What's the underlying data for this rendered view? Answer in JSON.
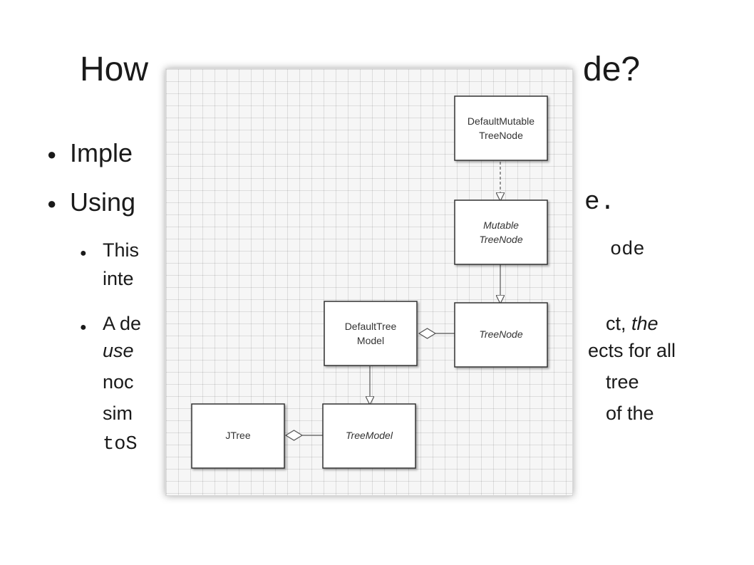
{
  "slide": {
    "title_left": "How",
    "title_right": "de?",
    "bullets": [
      {
        "text_left": "Imple"
      },
      {
        "text_left": "Using",
        "text_right_mono": "e."
      },
      {
        "text_left": "This",
        "text_right_mono": "ode",
        "line2_left": "inte"
      },
      {
        "text_left": "A de",
        "text_right": "ct,",
        "text_right_italic": "the",
        "line2_left_italic": "use",
        "line2_right": "ects for all",
        "line3_left": "noc",
        "line3_right": "tree",
        "line4_left": "sim",
        "line4_right": "of the",
        "line5_left_mono": "toS"
      }
    ]
  },
  "diagram": {
    "nodes": {
      "default_mutable_tree_node": {
        "line1": "DefaultMutable",
        "line2": "TreeNode"
      },
      "mutable_tree_node": {
        "line1": "Mutable",
        "line2": "TreeNode"
      },
      "tree_node": {
        "line1": "TreeNode"
      },
      "default_tree_model": {
        "line1": "DefaultTree",
        "line2": "Model"
      },
      "tree_model": {
        "line1": "TreeModel"
      },
      "jtree": {
        "line1": "JTree"
      }
    }
  }
}
